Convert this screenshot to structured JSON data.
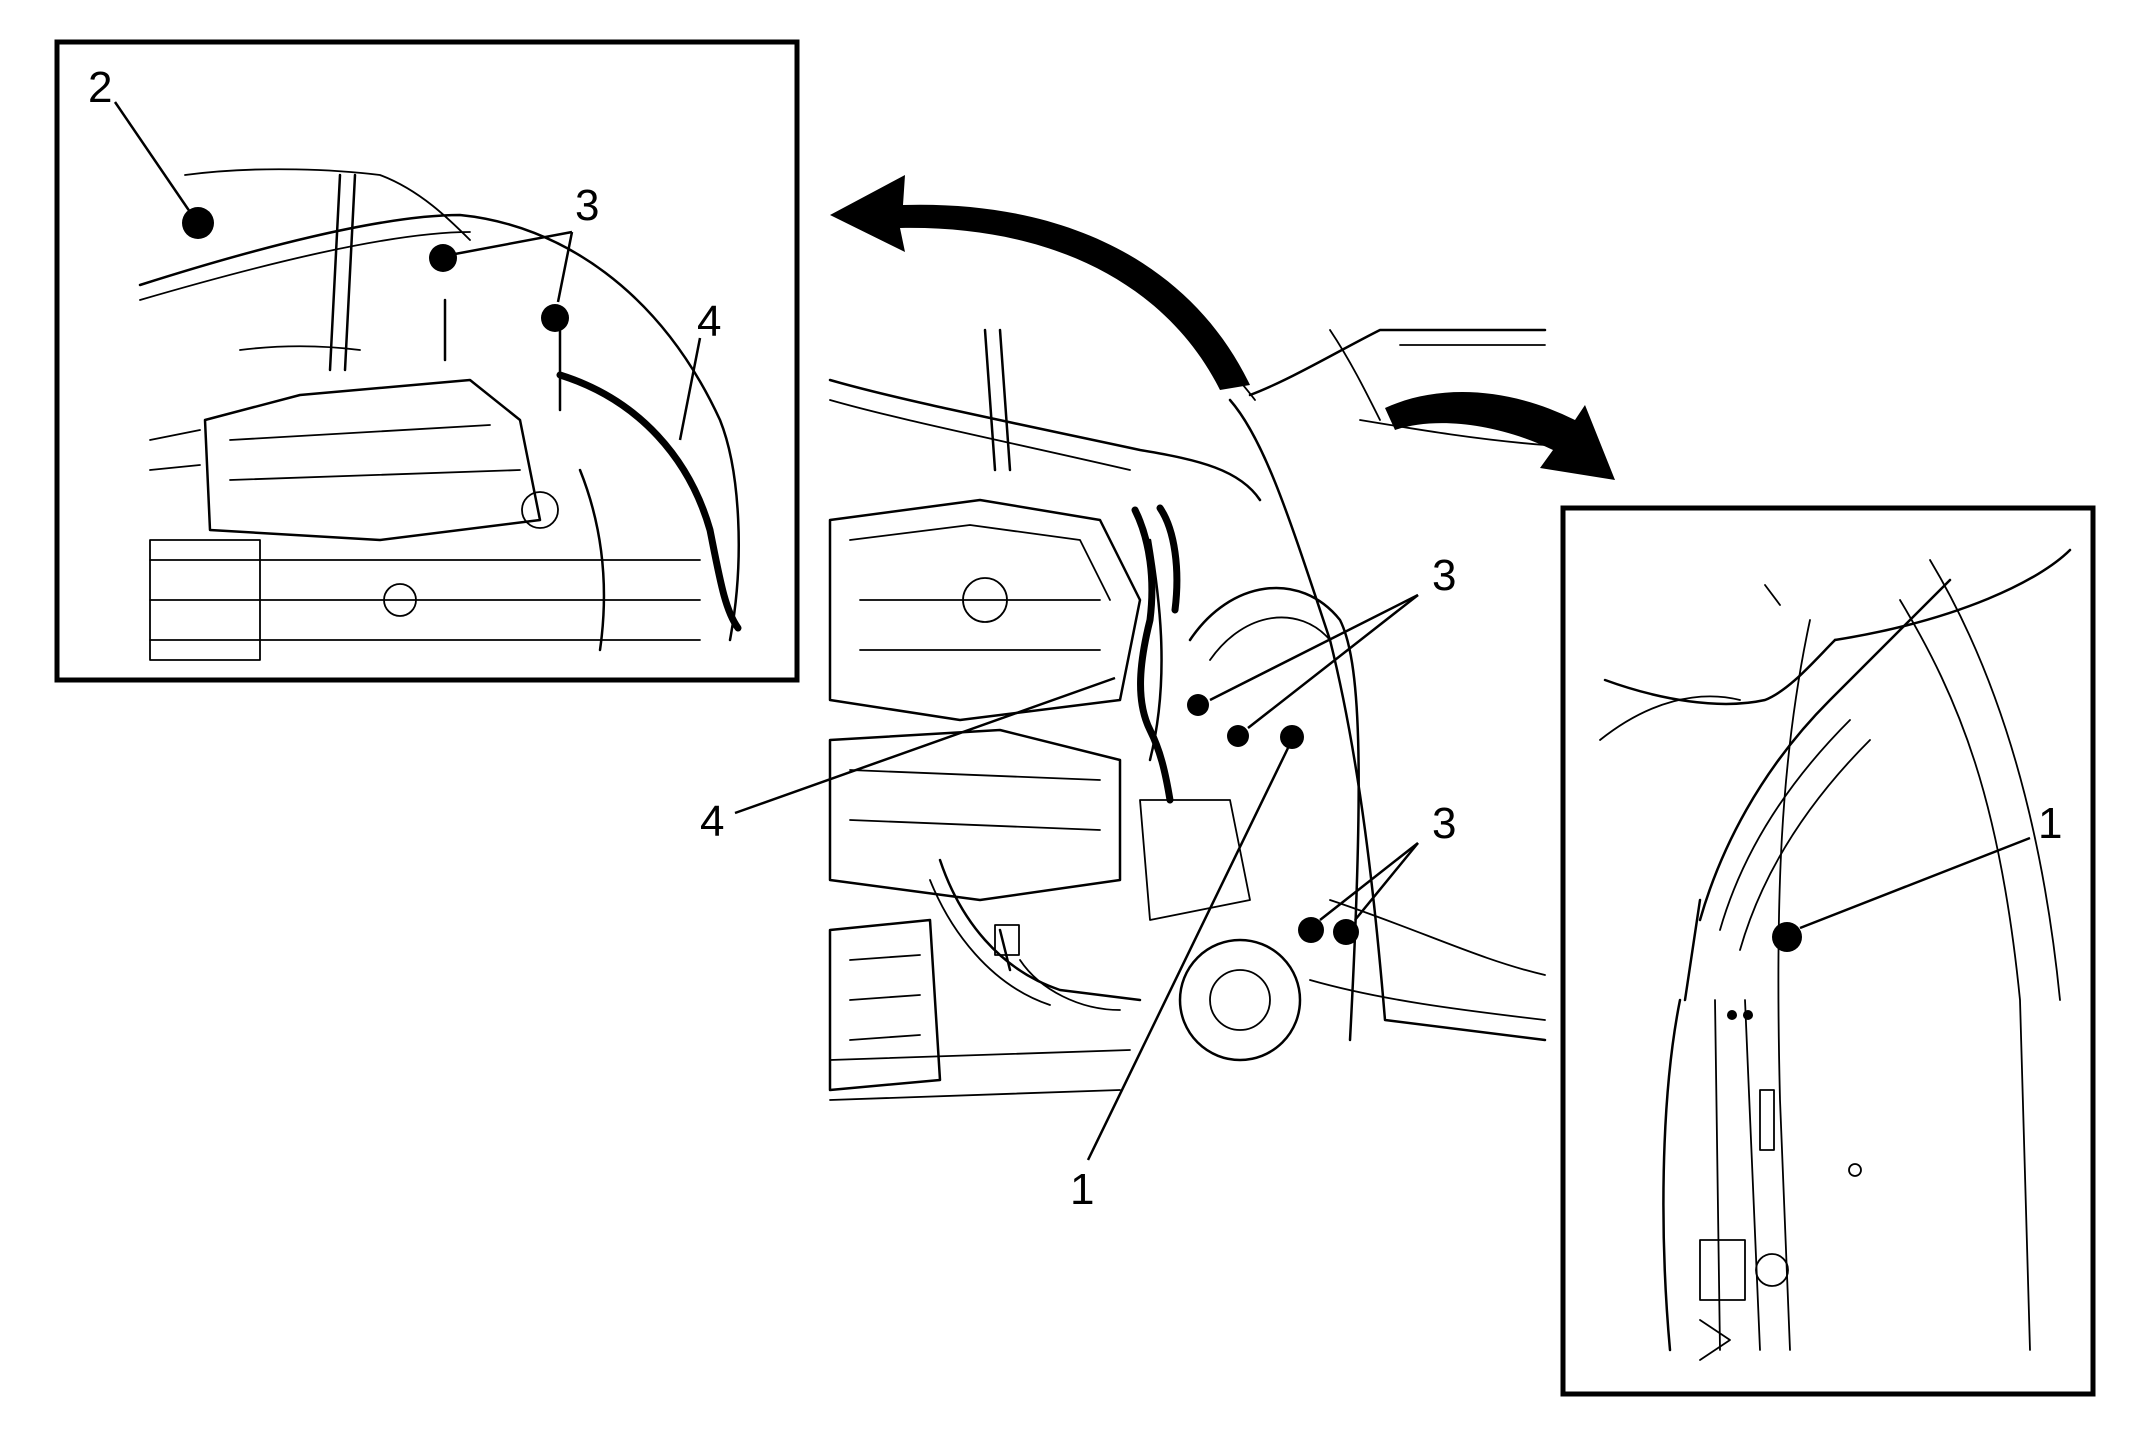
{
  "diagram": {
    "colors": {
      "ink": "#000000",
      "paper": "#ffffff"
    },
    "callouts": {
      "inset_left": {
        "bolt": "2",
        "fasteners": "3",
        "trim": "4"
      },
      "main": {
        "fasteners_upper": "3",
        "fasteners_lower": "3",
        "trim": "4",
        "bolt": "1"
      },
      "inset_right": {
        "bolt": "1"
      }
    }
  }
}
